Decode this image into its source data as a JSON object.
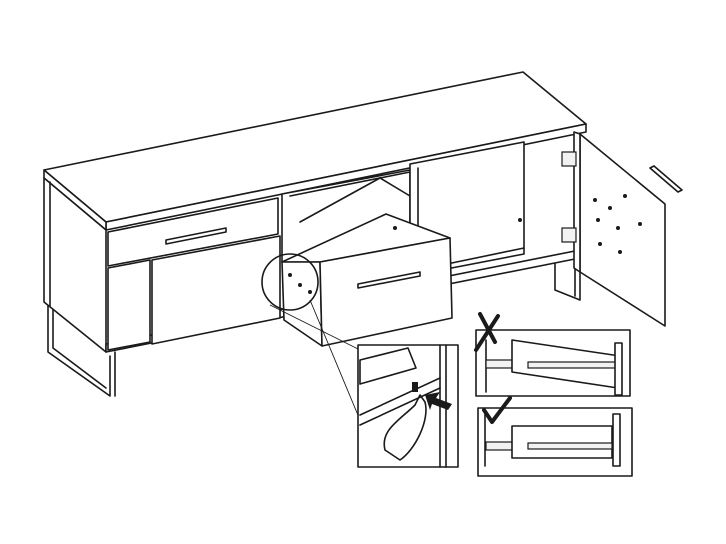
{
  "diagram": {
    "subject": "tv-cabinet-drawer-assembly",
    "insets": [
      {
        "id": "hand-release-detail",
        "icon": "arrow-icon"
      },
      {
        "id": "incorrect-slide-mounting",
        "icon": "cross-mark-icon"
      },
      {
        "id": "correct-slide-mounting",
        "icon": "check-mark-icon"
      }
    ],
    "colors": {
      "line": "#1a1a1a",
      "background": "#ffffff"
    }
  }
}
